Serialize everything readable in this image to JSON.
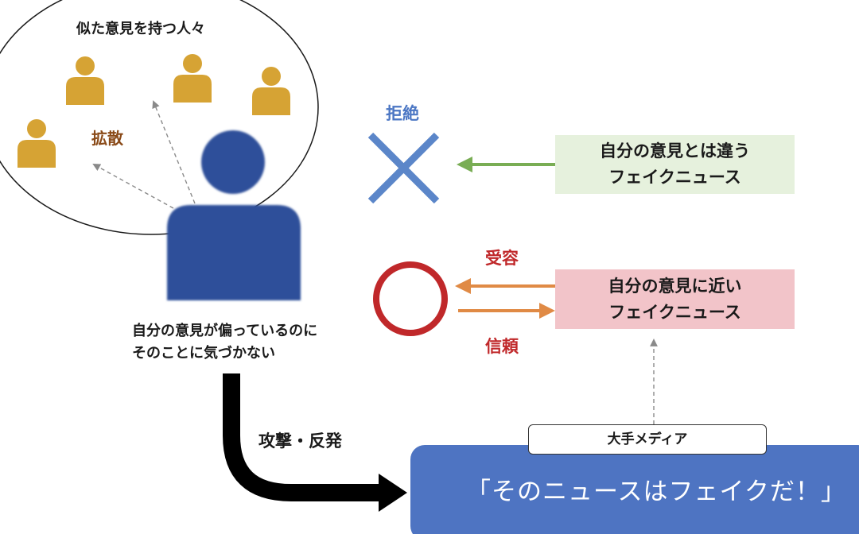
{
  "group": {
    "title": "似た意見を持つ人々",
    "spread_label": "拡散"
  },
  "self": {
    "caption_line1": "自分の意見が偏っているのに",
    "caption_line2": "そのことに気づかない"
  },
  "reject": {
    "label": "拒絶",
    "news_line1": "自分の意見とは違う",
    "news_line2": "フェイクニュース"
  },
  "accept": {
    "label_in": "受容",
    "label_out": "信頼",
    "news_line1": "自分の意見に近い",
    "news_line2": "フェイクニュース"
  },
  "attack": {
    "label": "攻撃・反発"
  },
  "media": {
    "tag": "大手メディア",
    "quote": "「そのニュースはフェイクだ！」"
  },
  "colors": {
    "person_main": "#2e4f9a",
    "person_small": "#d6a334",
    "cross": "#5b86c9",
    "circle": "#c0282a",
    "reject_arrow": "#79ad54",
    "accept_arrow": "#e08a45",
    "reject_box": "#e6f1dd",
    "accept_box": "#f2c4c9",
    "media_box": "#4e74c2",
    "red_label": "#c0282a",
    "blue_label": "#4c77c4",
    "brown_label": "#8a4a18"
  }
}
